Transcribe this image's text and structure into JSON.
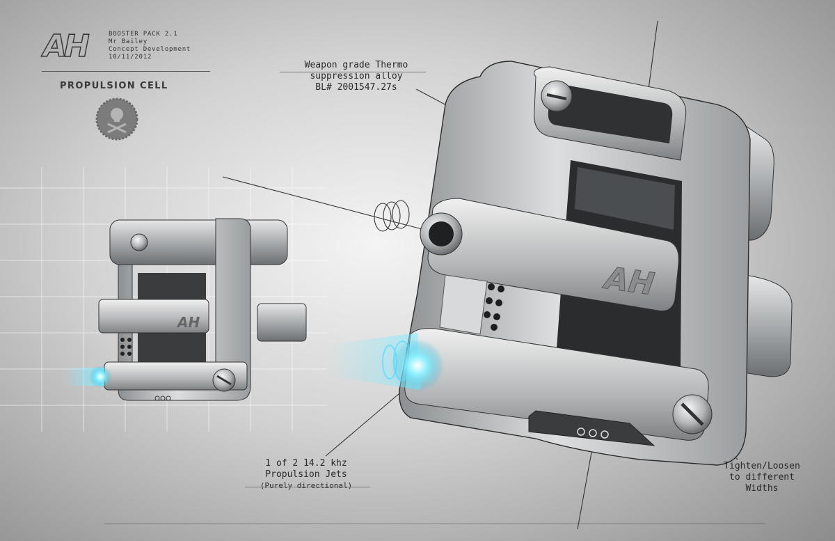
{
  "header": {
    "logo": "AH",
    "meta_lines": [
      "BOOSTER PACK 2.1",
      "Mr Bailey",
      "Concept Development",
      "10/11/2012"
    ],
    "section_title": "PROPULSION CELL",
    "badge_icon": "skull-crossbones-icon"
  },
  "annotations": {
    "material": [
      "Weapon grade Thermo",
      "suppression alloy",
      "BL# 2001547.27s"
    ],
    "jets": [
      "1 of 2 14.2 khz",
      "Propulsion Jets",
      "(Purely directional)"
    ],
    "strap": [
      "Tighten/Loosen",
      "to different",
      "Widths"
    ]
  },
  "device_logo": "AH",
  "colors": {
    "glow": "#58e6ff",
    "metal": "#b9bcbe",
    "dark": "#2e3032"
  }
}
